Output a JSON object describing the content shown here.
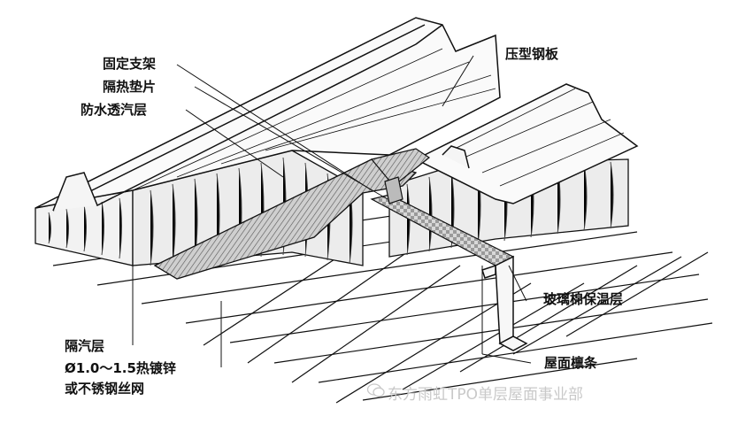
{
  "labels": {
    "fixed_bracket": "固定支架",
    "thermal_pad": "隔热垫片",
    "vapor_permeable_layer": "防水透汽层",
    "profiled_steel_sheet": "压型钢板",
    "glass_wool_layer": "玻璃棉保温层",
    "roof_purlin": "屋面檩条",
    "vapor_barrier": "隔汽层",
    "mesh_line1": "Ø1.0～1.5热镀锌",
    "mesh_line2": "或不锈钢丝网"
  },
  "watermark": {
    "text": "东方雨虹TPO单层屋面事业部",
    "icon": "wechat-icon"
  },
  "colors": {
    "line": "#111111",
    "watermark": "#c9c9c9",
    "hatch": "#6a6a6a"
  }
}
